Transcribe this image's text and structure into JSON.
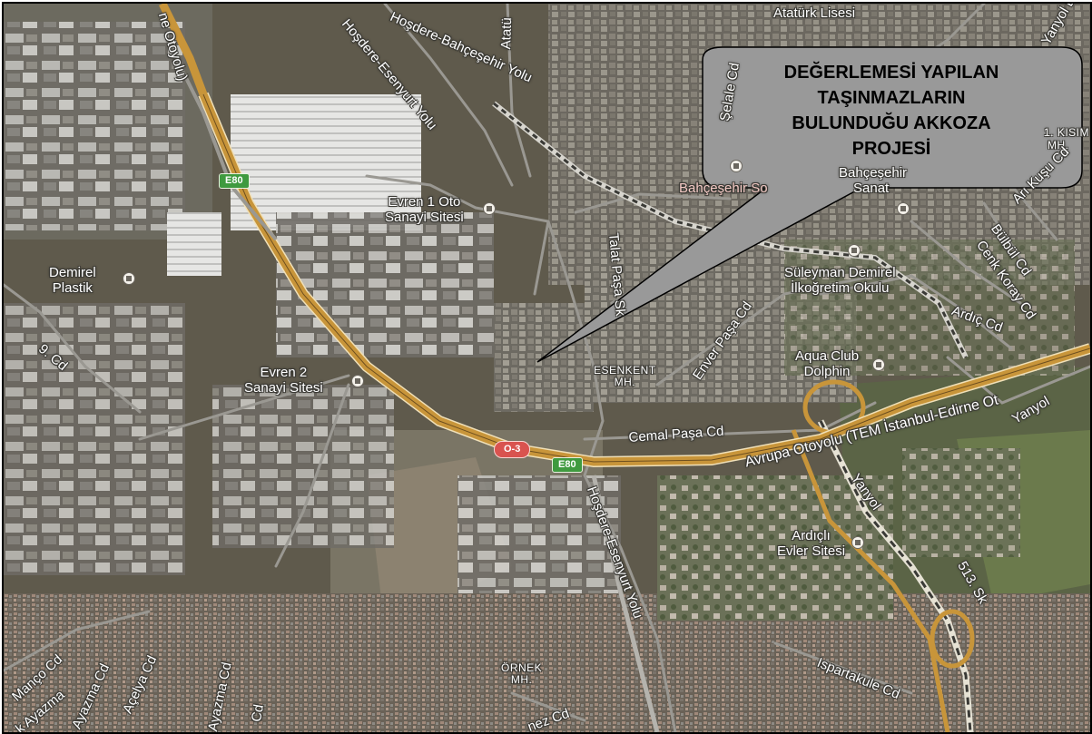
{
  "callout": {
    "line1": "DEĞERLEMESİ YAPILAN",
    "line2": "TAŞINMAZLARIN",
    "line3": "BULUNDUĞU AKKOZA",
    "line4": "PROJESİ"
  },
  "shields": {
    "e80_a": "E80",
    "e80_b": "E80",
    "o3": "O-3"
  },
  "labels": {
    "ataturk_lisesi": "Atatürk Lisesi",
    "hosdere_bahcesehir_yolu": "Hoşdere-Bahçeşehir Yolu",
    "ataturk_road": "Atatü",
    "motorway_top": "ne Otoyolu)",
    "hosdere_esenyurt_yolu_top": "Hoşdere-Esenyurt Yolu",
    "sehale_cd": "Şelale Cd",
    "kisim_1": "1. KISIM",
    "kisim_mh": "MH.",
    "yanyol_top": "Yanyol Bl",
    "bahcesehir_so": "Bahçeşehir So",
    "bahcesehir_sanat_1": "Bahçeşehir",
    "bahcesehir_sanat_2": "Sanat",
    "ari_kusu_cd": "Arı Kuşu Cd",
    "bulbul_cd": "Bülbül Cd",
    "cenk_koray_cd": "Cenk Koray Cd",
    "evren1_line1": "Evren 1 Oto",
    "evren1_line2": "Sanayi Sitesi",
    "talat_pasa_sk": "Talat Paşa Sk",
    "suleyman_line1": "Süleyman Demirel",
    "suleyman_line2": "İlkoğretim Okulu",
    "ardic_cd": "Ardıç Cd",
    "demirel_line1": "Demirel",
    "demirel_line2": "Plastik",
    "cd_9": "9. Cd",
    "enver_pasa_cd": "Enver Paşa Cd",
    "aqua_line1": "Aqua Club",
    "aqua_line2": "Dolphin",
    "evren2_line1": "Evren 2",
    "evren2_line2": "Sanayi Sitesi",
    "esenkent_1": "ESENKENT",
    "esenkent_2": "MH.",
    "cemal_pasa_cd": "Cemal Paşa Cd",
    "avrupa_otoyolu": "Avrupa Otoyolu (TEM İstanbul-Edirne Ot",
    "yanyol_right": "Yanyol",
    "hosdere_esenyurt_yolu_bottom": "Hoşdere-Esenyurt Yolu",
    "yanyol_mid": "Yanyol",
    "ardicli_line1": "Ardıçlı",
    "ardicli_line2": "Evler Sitesi",
    "sk_513": "513. Sk",
    "manco_cd": "Manço Cd",
    "ayazma_cd_1": "Ayazma Cd",
    "acelya_cd": "Açelya Cd",
    "ayazma_cd_2": "Ayazma Cd",
    "cd_partial": "Cd",
    "ornek_1": "ÖRNEK",
    "ornek_2": "MH.",
    "nez_cd": "nez Cd",
    "ispartakule_cd": "Ispartakule Cd",
    "k_ayazma": "k Ayazma"
  },
  "colors": {
    "terrain": "#5f5a4c",
    "motorway": "#c8953a",
    "road": "#9a9892",
    "callout_fill": "#999999"
  }
}
